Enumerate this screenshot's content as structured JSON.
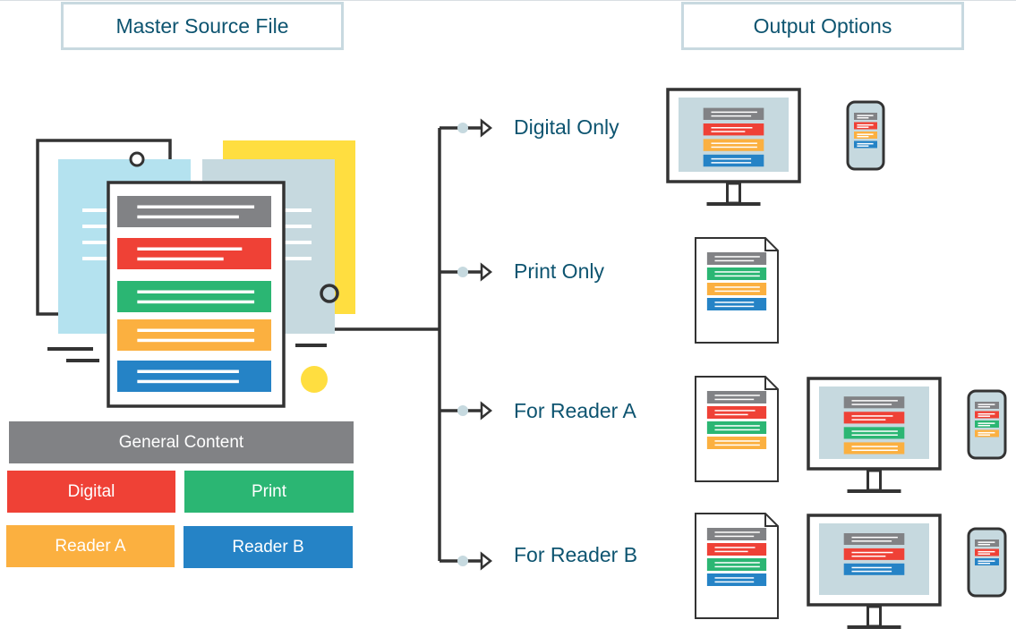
{
  "headers": {
    "left": "Master Source File",
    "right": "Output Options"
  },
  "colors": {
    "general": "#818285",
    "digital": "#ef4136",
    "print": "#2bb673",
    "reader_a": "#fbb040",
    "reader_b": "#2583c6",
    "accent_text": "#0d5470",
    "outline": "#333333",
    "screen_bg": "#c6d9df",
    "light_blue_page": "#b4e2ef",
    "yellow": "#ffde40"
  },
  "legend": {
    "general": "General Content",
    "digital": "Digital",
    "print": "Print",
    "reader_a": "Reader A",
    "reader_b": "Reader B"
  },
  "options": [
    {
      "label": "Digital Only",
      "devices": [
        "monitor",
        "phone"
      ],
      "sections": [
        "general",
        "digital",
        "reader_a",
        "reader_b"
      ]
    },
    {
      "label": "Print Only",
      "devices": [
        "document"
      ],
      "sections": [
        "general",
        "print",
        "reader_a",
        "reader_b"
      ]
    },
    {
      "label": "For Reader A",
      "devices": [
        "document",
        "monitor",
        "phone"
      ],
      "doc_sections": [
        "general",
        "digital",
        "print",
        "reader_a"
      ],
      "screen_sections": [
        "general",
        "digital",
        "print",
        "reader_a"
      ]
    },
    {
      "label": "For Reader B",
      "devices": [
        "document",
        "monitor",
        "phone"
      ],
      "doc_sections": [
        "general",
        "digital",
        "print",
        "reader_b"
      ],
      "screen_sections": [
        "general",
        "digital",
        "reader_b"
      ]
    }
  ]
}
